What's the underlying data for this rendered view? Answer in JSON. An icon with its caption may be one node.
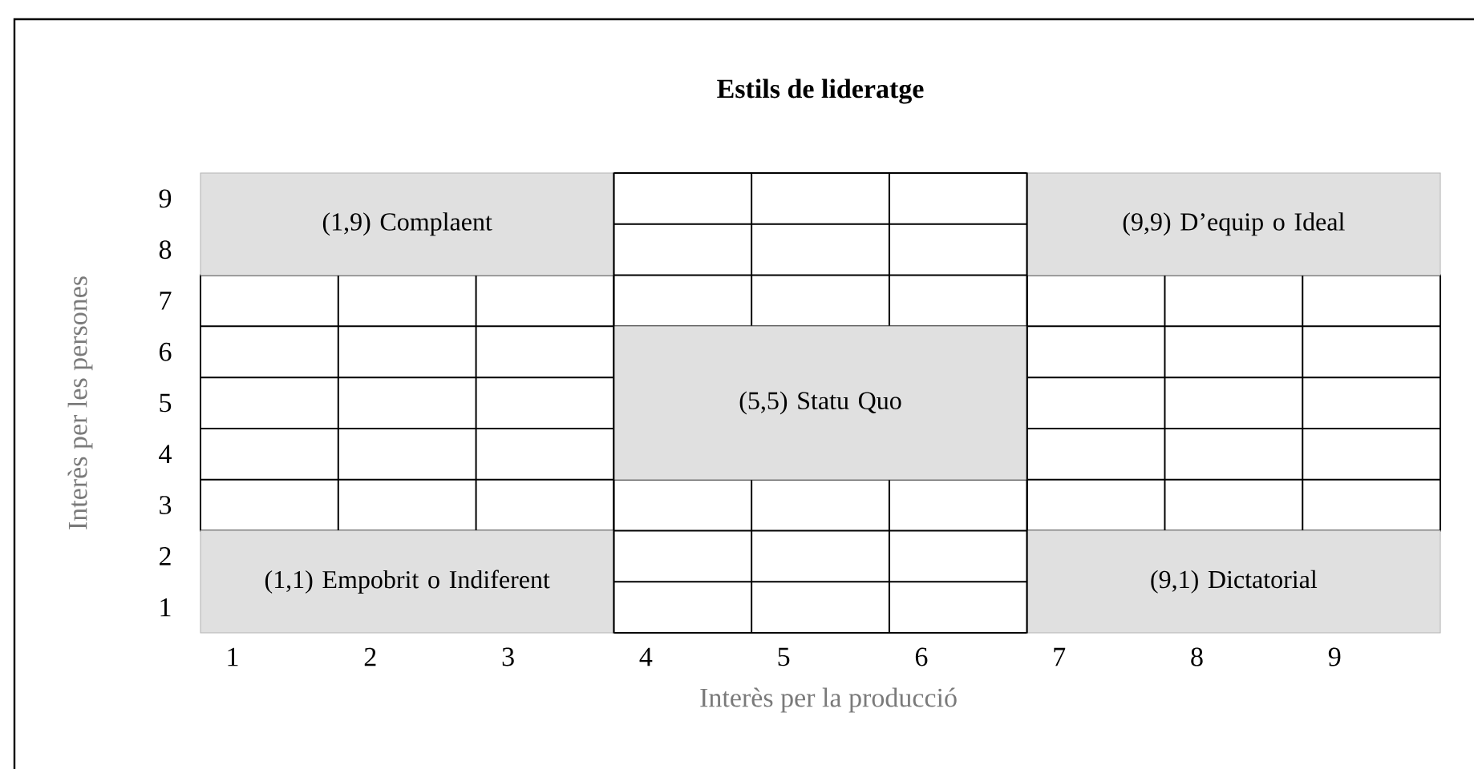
{
  "diagram": {
    "title": "Estils de lideratge",
    "nodes": [
      {
        "text": [
          "(1,9) Complaent"
        ]
      },
      {
        "text": [
          "(9,9) D’equip o Ideal"
        ]
      },
      {
        "text": [
          "(5,5) Statu Quo"
        ]
      },
      {
        "text": [
          "(1,1) Empobrit o Indiferent"
        ]
      },
      {
        "text": [
          "(9,1) Dictatorial"
        ]
      }
    ],
    "labels": [
      "Interès per les persones",
      "9",
      "8",
      "7",
      "6",
      "5",
      "4",
      "3",
      "2",
      "1",
      "1",
      "2",
      "3",
      "4",
      "5",
      "6",
      "7",
      "8",
      "9",
      "Interès per la producció"
    ]
  }
}
